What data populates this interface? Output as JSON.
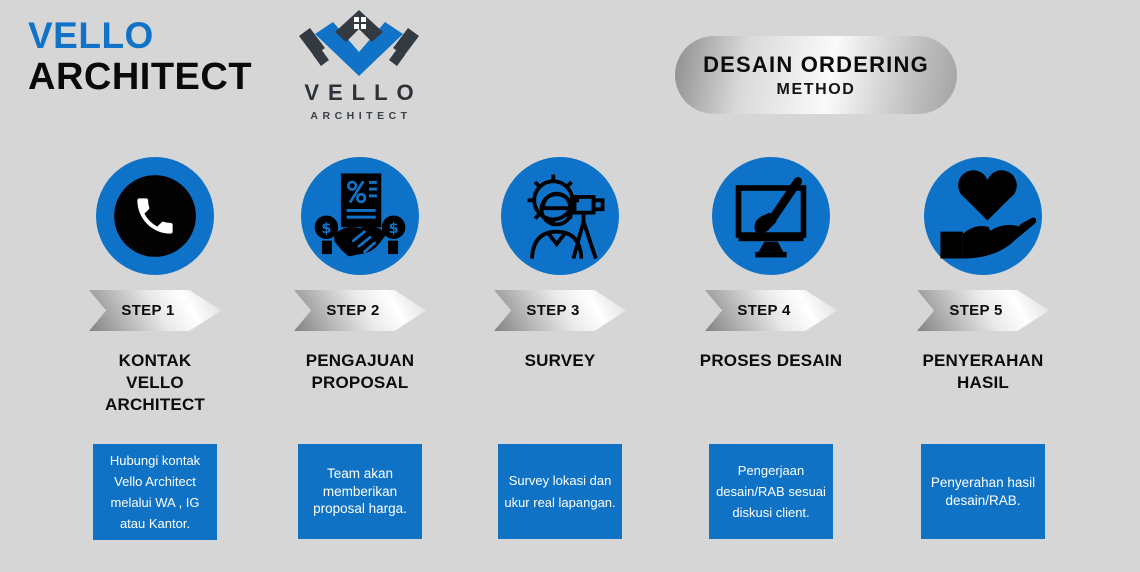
{
  "page": {
    "background": "#d6d6d6"
  },
  "header": {
    "wordmark": {
      "line1": "VELLO",
      "line2": "ARCHITECT"
    },
    "logo": {
      "name": "VELLO",
      "subtitle": "ARCHITECT",
      "icon": "vello-house-v-logo"
    },
    "badge": {
      "title": "DESAIN ORDERING",
      "subtitle": "METHOD"
    }
  },
  "steps": [
    {
      "banner": "STEP 1",
      "title": "KONTAK\nVELLO\nARCHITECT",
      "description": "Hubungi kontak Vello Architect melalui WA , IG atau Kantor.",
      "icon": "phone-icon"
    },
    {
      "banner": "STEP 2",
      "title": "PENGAJUAN\nPROPOSAL",
      "description": "Team akan memberikan proposal harga.",
      "icon": "proposal-handshake-icon"
    },
    {
      "banner": "STEP 3",
      "title": "SURVEY",
      "description": "Survey lokasi dan ukur real lapangan.",
      "icon": "surveyor-icon"
    },
    {
      "banner": "STEP 4",
      "title": "PROSES DESAIN",
      "description": "Pengerjaan desain/RAB sesuai diskusi client.",
      "icon": "design-monitor-icon"
    },
    {
      "banner": "STEP 5",
      "title": "PENYERAHAN\nHASIL",
      "description": "Penyerahan hasil desain/RAB.",
      "icon": "heart-in-hand-icon"
    }
  ],
  "colors": {
    "background": "#d6d6d6",
    "accent_blue": "#1173c7",
    "icon_circle_blue": "#0e73c8",
    "box_blue": "#0f72c5",
    "black": "#0c0c0c",
    "white": "#ffffff",
    "silver_dark": "#8d8d8d",
    "silver_light": "#fafafa"
  }
}
